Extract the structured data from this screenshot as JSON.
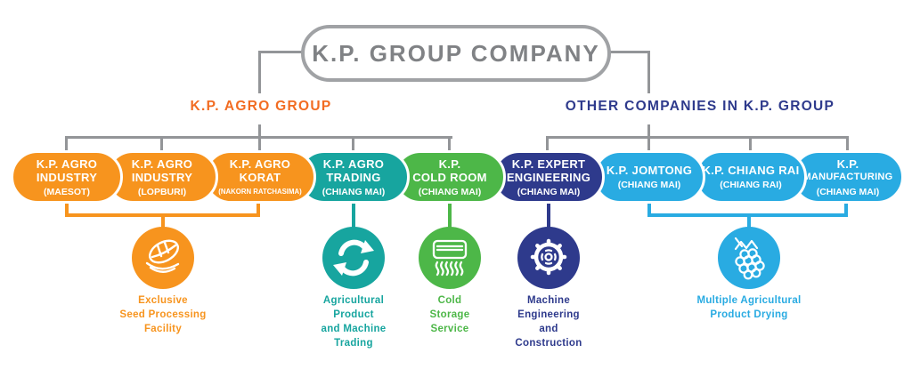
{
  "root_company": {
    "title": "K.P. GROUP COMPANY"
  },
  "group_headers": {
    "agro": {
      "label": "K.P. AGRO GROUP",
      "color": "#F26C22"
    },
    "other": {
      "label": "OTHER COMPANIES IN K.P. GROUP",
      "color": "#2E3A8C"
    }
  },
  "companies": [
    {
      "line1": "K.P. AGRO",
      "line2": "INDUSTRY",
      "location": "(MAESOT)",
      "color": "#F7941E",
      "group": "K.P. AGRO GROUP"
    },
    {
      "line1": "K.P. AGRO",
      "line2": "INDUSTRY",
      "location": "(LOPBURI)",
      "color": "#F7941E",
      "group": "K.P. AGRO GROUP"
    },
    {
      "line1": "K.P. AGRO",
      "line2": "KORAT",
      "location": "(NAKORN RATCHASIMA)",
      "color": "#F7941E",
      "group": "K.P. AGRO GROUP"
    },
    {
      "line1": "K.P. AGRO",
      "line2": "TRADING",
      "location": "(CHIANG MAI)",
      "color": "#17A59F",
      "group": "K.P. AGRO GROUP"
    },
    {
      "line1": "K.P.",
      "line2": "COLD ROOM",
      "location": "(CHIANG MAI)",
      "color": "#4DB748",
      "group": "K.P. AGRO GROUP"
    },
    {
      "line1": "K.P. EXPERT",
      "line2": "ENGINEERING",
      "location": "(CHIANG MAI)",
      "color": "#2E3A8C",
      "group": "OTHER COMPANIES IN K.P. GROUP"
    },
    {
      "line1": "K.P. JOMTONG",
      "location": "(CHIANG MAI)",
      "color": "#29ABE2",
      "group": "OTHER COMPANIES IN K.P. GROUP"
    },
    {
      "line1": "K.P. CHIANG RAI",
      "location": "(CHIANG RAI)",
      "color": "#29ABE2",
      "group": "OTHER COMPANIES IN K.P. GROUP"
    },
    {
      "line1": "K.P.",
      "line2": "MANUFACTURING",
      "location": "(CHIANG MAI)",
      "color": "#29ABE2",
      "group": "OTHER COMPANIES IN K.P. GROUP"
    }
  ],
  "services": [
    {
      "icon": "corn-seed-icon",
      "color": "#F7941E",
      "lines": [
        "Exclusive",
        "Seed Processing",
        "Facility"
      ]
    },
    {
      "icon": "trading-cycle-icon",
      "color": "#17A59F",
      "lines": [
        "Agricultural",
        "Product",
        "and Machine",
        "Trading"
      ]
    },
    {
      "icon": "cold-storage-icon",
      "color": "#4DB748",
      "lines": [
        "Cold",
        "Storage",
        "Service"
      ]
    },
    {
      "icon": "gear-icon",
      "color": "#2E3A8C",
      "lines": [
        "Machine",
        "Engineering",
        "and",
        "Construction"
      ]
    },
    {
      "icon": "berry-icon",
      "color": "#29ABE2",
      "lines": [
        "Multiple Agricultural",
        "Product Drying"
      ]
    }
  ]
}
